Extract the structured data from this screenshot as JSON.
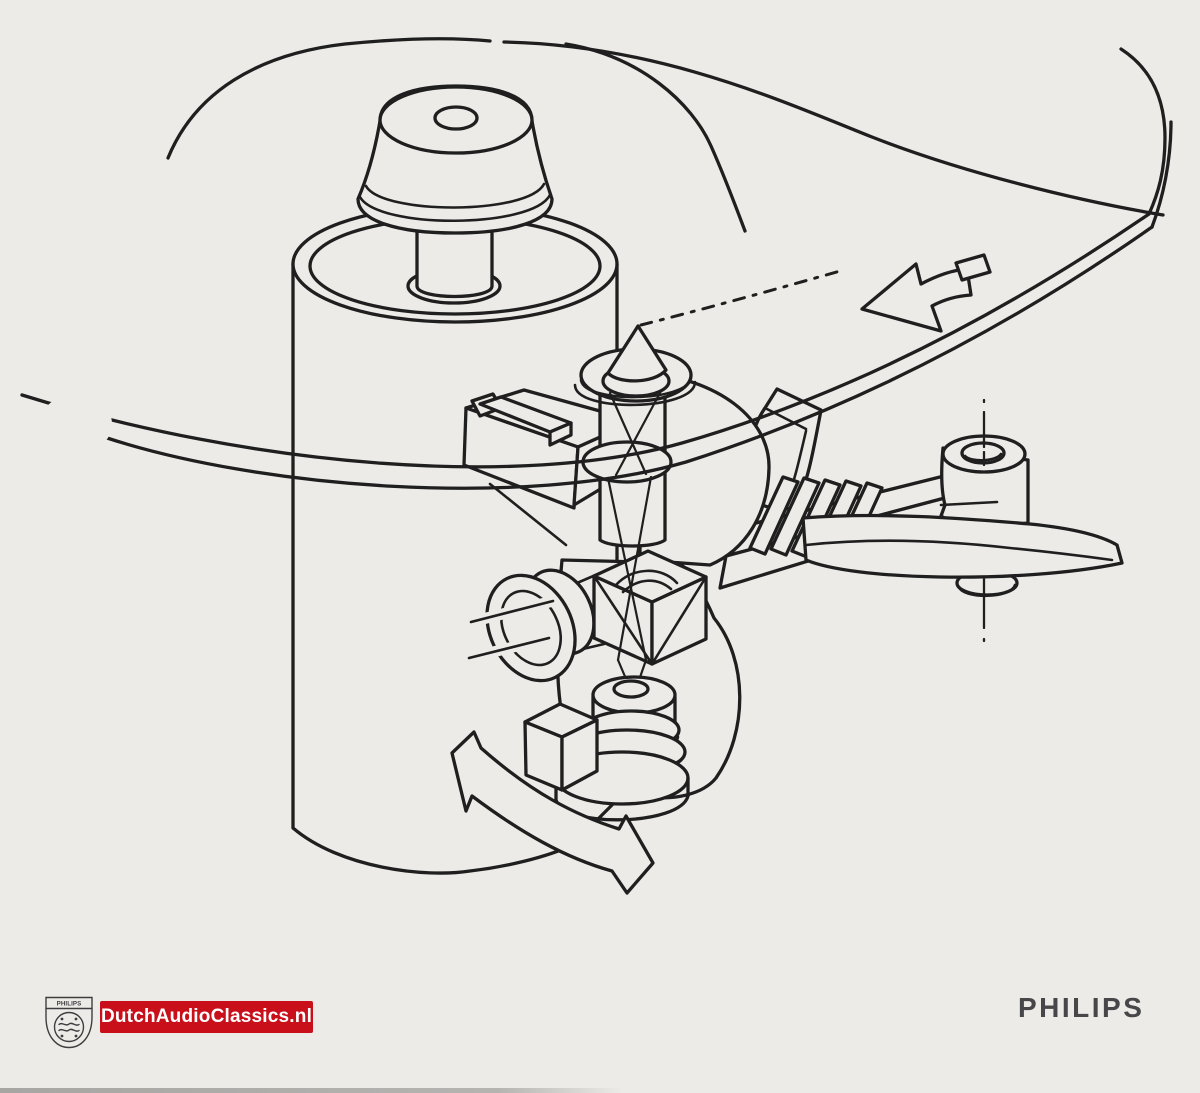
{
  "canvas": {
    "background": "#edebe7",
    "ink": "#1f1f1f"
  },
  "figure": {
    "title": "Technical illustration of a Philips optical swing-arm pickup reading a transparent disc",
    "parts": [
      "transparent-disc",
      "disc-clamp",
      "spindle-motor",
      "focus-cone",
      "objective-lens",
      "beam-splitter-prism",
      "laser-diode",
      "photodiode",
      "flexible-coupling",
      "curved-guide",
      "swing-arm",
      "pivot-bearing"
    ],
    "arrows": [
      "disc-rotation-arrow",
      "swing-sweep-arrow"
    ]
  },
  "footer": {
    "shield_label": "PHILIPS",
    "badge": {
      "text": "DutchAudioClassics.nl",
      "background": "#c9101a",
      "color": "#ffffff"
    },
    "wordmark": {
      "text": "PHILIPS",
      "color": "#47474a"
    }
  }
}
